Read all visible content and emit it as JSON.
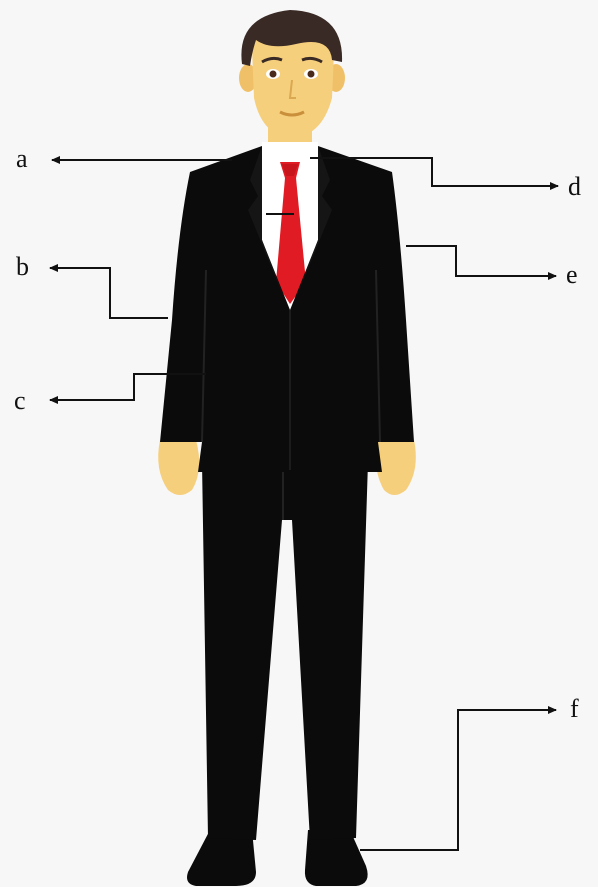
{
  "labels": {
    "a": "a",
    "b": "b",
    "c": "c",
    "d": "d",
    "e": "e",
    "f": "f"
  },
  "colors": {
    "background": "#f7f7f7",
    "suit": "#0b0b0b",
    "tie": "#e01b23",
    "shirt": "#ffffff",
    "skin": "#f6cf7d",
    "hair": "#3a2a25",
    "arrow": "#111111"
  }
}
